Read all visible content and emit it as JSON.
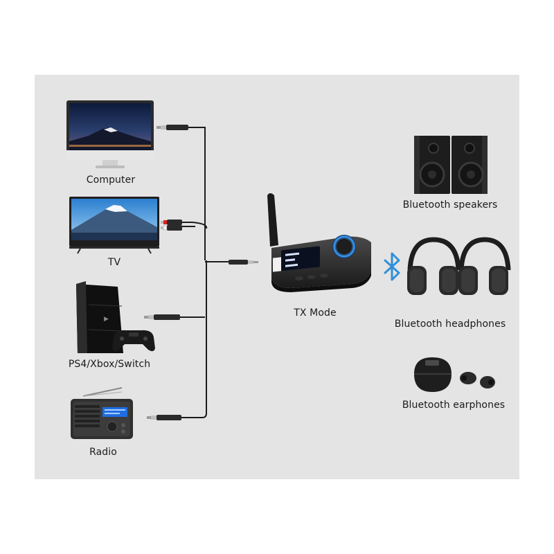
{
  "colors": {
    "panel_bg": "#e4e4e4",
    "cable": "#1c1c1c",
    "bluetooth_accent": "#2f8fd8",
    "device_body": "#2a2a2a"
  },
  "sources": {
    "computer_label": "Computer",
    "tv_label": "TV",
    "console_label": "PS4/Xbox/Switch",
    "radio_label": "Radio"
  },
  "hub": {
    "mode_label": "TX Mode"
  },
  "outputs": {
    "speakers_label": "Bluetooth speakers",
    "headphones_label": "Bluetooth headphones",
    "earphones_label": "Bluetooth earphones"
  },
  "icons": {
    "bluetooth": "bluetooth-icon"
  }
}
